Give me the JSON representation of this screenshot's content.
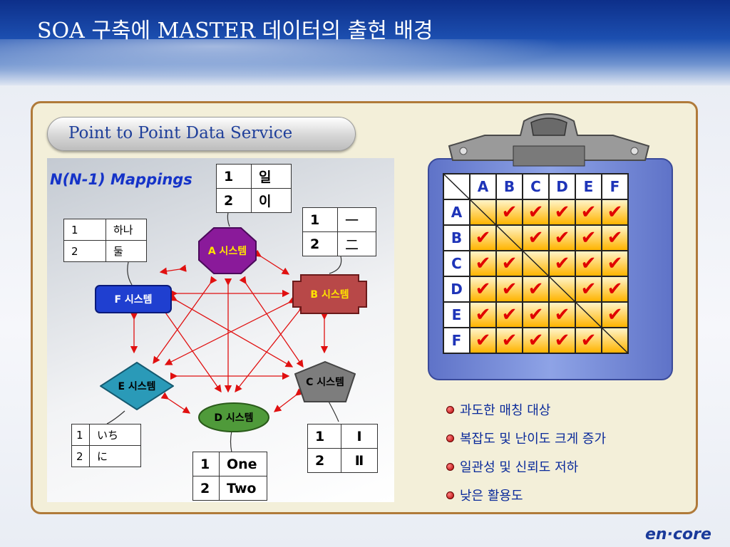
{
  "title": "SOA 구축에 MASTER 데이터의 출현 배경",
  "pill_label": "Point to Point Data Service",
  "diagram": {
    "heading": "N(N-1) Mappings",
    "nodes": {
      "a": "A 시스템",
      "b": "B 시스템",
      "c": "C 시스템",
      "d": "D 시스템",
      "e": "E 시스템",
      "f": "F 시스템"
    },
    "tables": {
      "a": [
        [
          "1",
          "일"
        ],
        [
          "2",
          "이"
        ]
      ],
      "b": [
        [
          "1",
          "一"
        ],
        [
          "2",
          "二"
        ]
      ],
      "c": [
        [
          "1",
          "Ⅰ"
        ],
        [
          "2",
          "Ⅱ"
        ]
      ],
      "d": [
        [
          "1",
          "One"
        ],
        [
          "2",
          "Two"
        ]
      ],
      "e": [
        [
          "1",
          "いち"
        ],
        [
          "2",
          "に"
        ]
      ],
      "f": [
        [
          "1",
          "하나"
        ],
        [
          "2",
          "둘"
        ]
      ]
    }
  },
  "matrix": {
    "labels": [
      "A",
      "B",
      "C",
      "D",
      "E",
      "F"
    ],
    "check_symbol": "✔"
  },
  "bullets": [
    "과도한 매칭 대상",
    "복잡도 및 난이도 크게 증가",
    "일관성 및 신뢰도 저하",
    "낮은 활용도"
  ],
  "logo": "en·core",
  "colors": {
    "node_a": "#8a1a9a",
    "node_b": "#b84848",
    "node_c": "#7d7d7d",
    "node_d": "#4f9a3a",
    "node_e": "#2a9ab8",
    "node_f": "#1f3fd0",
    "arrow": "#e01010"
  }
}
